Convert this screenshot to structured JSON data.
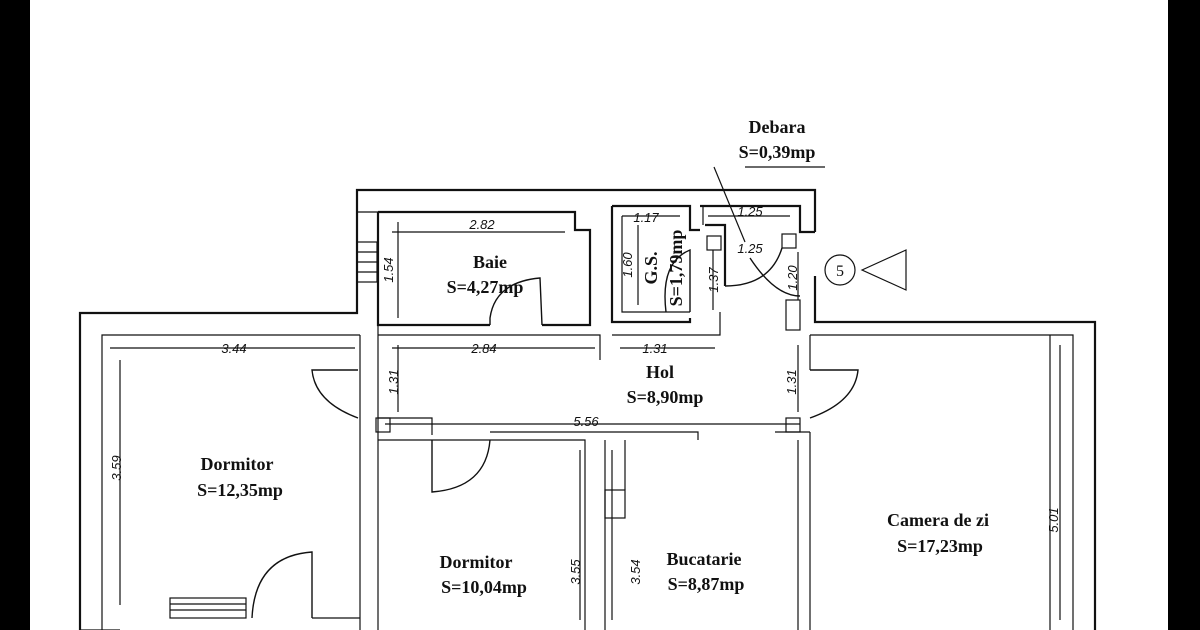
{
  "rooms": {
    "debara": {
      "name": "Debara",
      "area": "S=0,39mp"
    },
    "baie": {
      "name": "Baie",
      "area": "S=4,27mp"
    },
    "gs": {
      "name": "G.S.",
      "area": "S=1,79mp"
    },
    "hol": {
      "name": "Hol",
      "area": "S=8,90mp"
    },
    "dormitor1": {
      "name": "Dormitor",
      "area": "S=12,35mp"
    },
    "dormitor2": {
      "name": "Dormitor",
      "area": "S=10,04mp"
    },
    "bucatarie": {
      "name": "Bucatarie",
      "area": "S=8,87mp"
    },
    "camera_de_zi": {
      "name": "Camera de zi",
      "area": "S=17,23mp"
    }
  },
  "dimensions": {
    "baie_width": "2.82",
    "baie_height": "1.54",
    "gs_width": "1.17",
    "gs_height": "1.60",
    "gs_side": "1.37",
    "debara_width": "1.25",
    "debara_depth": "1.25",
    "entry_height": "1.20",
    "dorm1_width": "3.44",
    "hol_segment1": "2.84",
    "hol_segment2": "1.31",
    "hol_left": "1.31",
    "hol_right": "1.31",
    "hol_length": "5.56",
    "dorm1_height": "3.59",
    "dorm2_height": "3.55",
    "bucatarie_height": "3.54",
    "camera_height": "5.01"
  },
  "entrance_marker": "5"
}
